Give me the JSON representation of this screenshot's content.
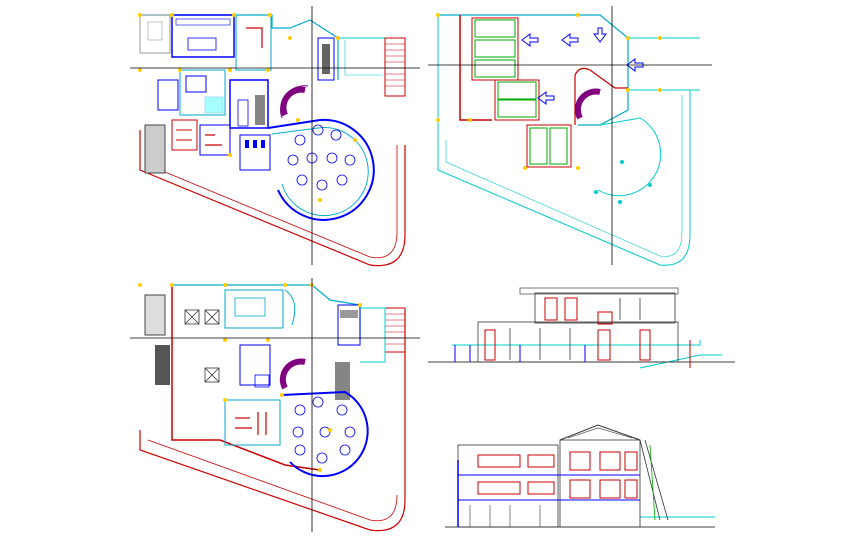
{
  "drawing": {
    "sheets": [
      {
        "id": "plan-ground",
        "kind": "floor-plan"
      },
      {
        "id": "plan-basement-parking",
        "kind": "parking-plan"
      },
      {
        "id": "plan-upper",
        "kind": "floor-plan"
      },
      {
        "id": "elevation-front",
        "kind": "elevation"
      },
      {
        "id": "section-side",
        "kind": "section"
      }
    ],
    "parking_stalls": 7,
    "colors": {
      "background": "#ffffff",
      "wall": "#0000ff",
      "boundary": "#cc0000",
      "outline": "#00cccc",
      "axis": "#000000",
      "vehicle": "#00aa00",
      "stair": "#800080",
      "accent": "#ffcc00"
    }
  }
}
